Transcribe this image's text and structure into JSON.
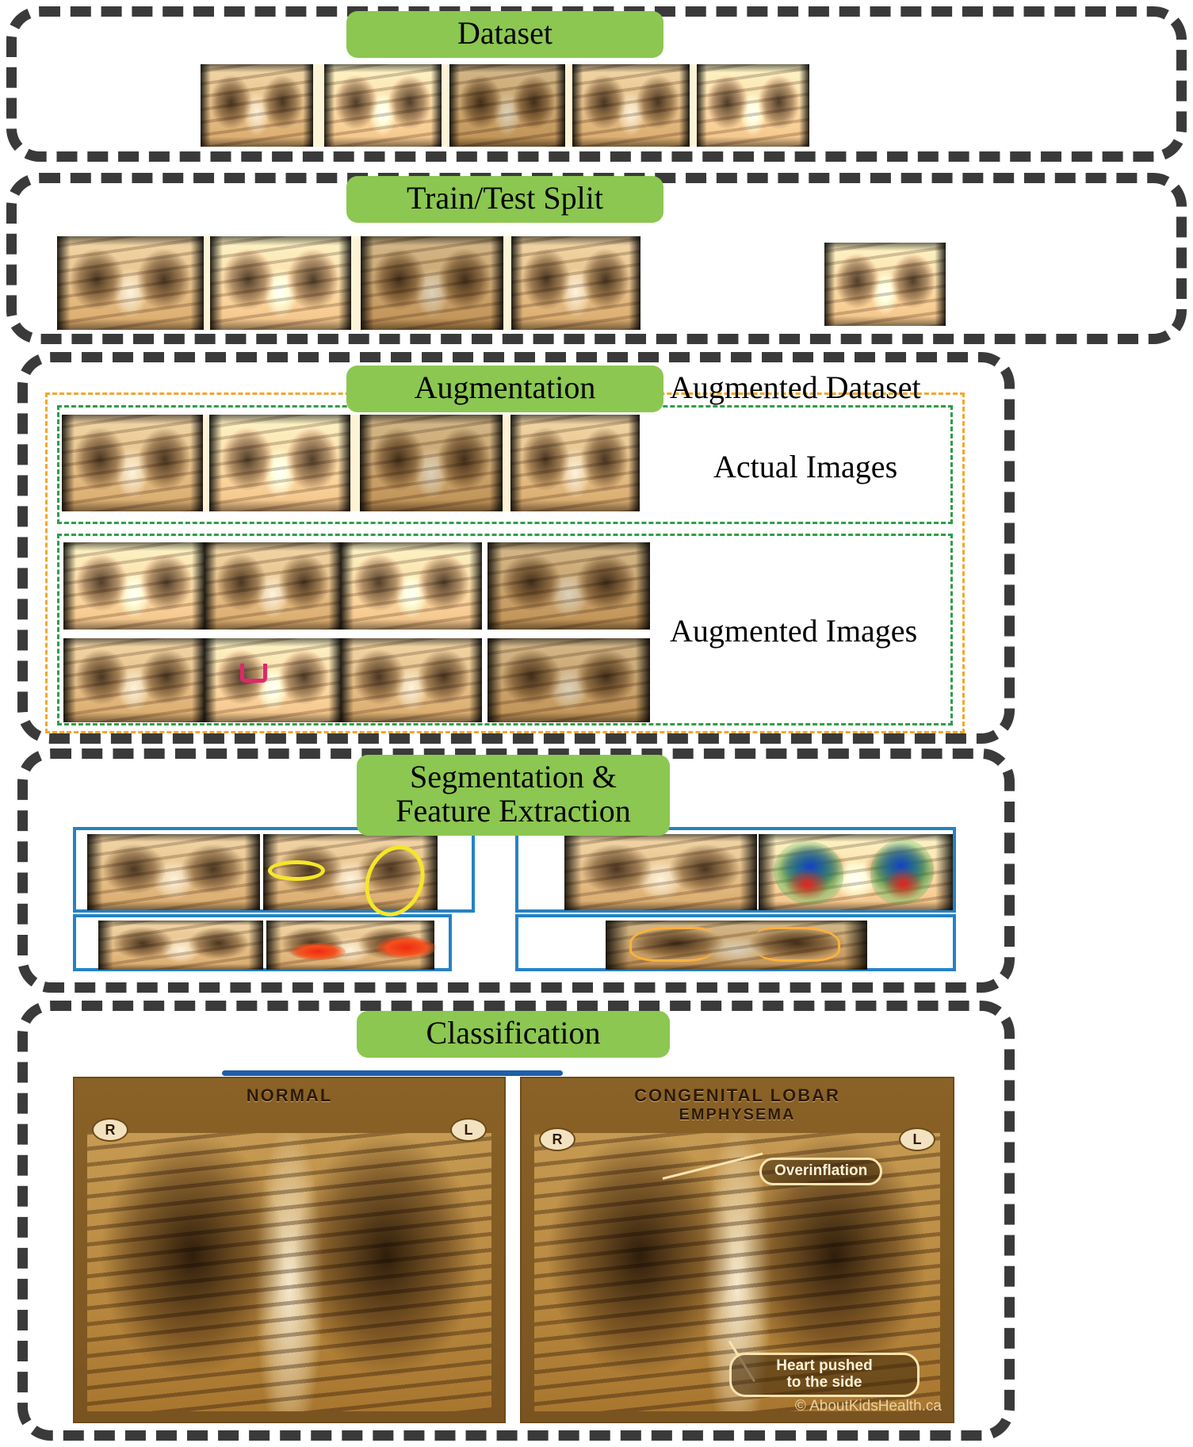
{
  "diagram": {
    "title": "Deep learning pipeline for chest X-ray classification",
    "accent_green": "#8cc751",
    "frame_color": "#3a3a3a",
    "orange_dash": "#f2a72c",
    "green_dash": "#2e9e48",
    "blue_box": "#2682c4",
    "ellipse_yellow": "#f5e62a"
  },
  "stages": [
    {
      "id": "dataset",
      "label": "Dataset"
    },
    {
      "id": "split",
      "label": "Train/Test Split"
    },
    {
      "id": "augmentation",
      "label": "Augmentation"
    },
    {
      "id": "segmentation",
      "label": "Segmentation  &\nFeature Extraction"
    },
    {
      "id": "classification",
      "label": "Classification"
    }
  ],
  "augmentation": {
    "outer_label": "Augmented Dataset",
    "actual_label": "Actual  Images",
    "augmented_label": "Augmented  Images",
    "actual_count": 4,
    "augmented_count": 8
  },
  "dataset": {
    "image_count": 5
  },
  "split": {
    "train_count": 4,
    "test_count": 1
  },
  "segmentation": {
    "panels": [
      {
        "id": "top-left",
        "annotation": "yellow-ellipse"
      },
      {
        "id": "top-right",
        "annotation": "heatmap-blob"
      },
      {
        "id": "bottom-left",
        "annotation": "red-heat"
      },
      {
        "id": "bottom-right",
        "annotation": "lung-contour"
      }
    ]
  },
  "classification": {
    "normal": {
      "title": "NORMAL",
      "subtitle": "",
      "left_badge": "R",
      "right_badge": "L"
    },
    "abnormal": {
      "title": "CONGENITAL LOBAR",
      "subtitle": "EMPHYSEMA",
      "left_badge": "R",
      "right_badge": "L",
      "callout_1": "Overinflation",
      "callout_2": "Heart pushed\nto the side",
      "watermark": "© AboutKidsHealth.ca"
    }
  }
}
